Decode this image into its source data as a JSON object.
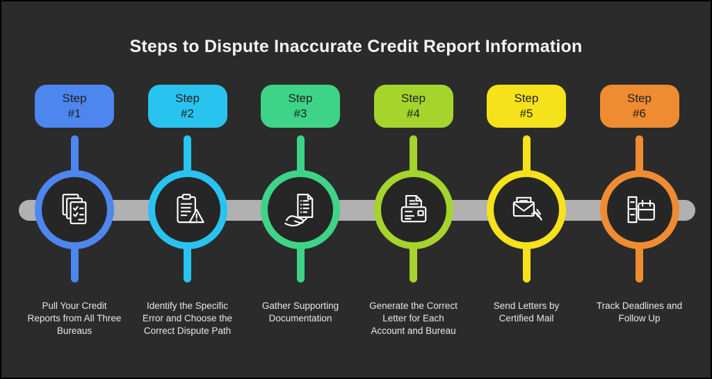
{
  "title": "Steps to Dispute Inaccurate Credit Report Information",
  "colors": {
    "background": "#2b2b2b",
    "frame": "#000000",
    "timeline": "#b1b1b1",
    "title_text": "#f5f5f5",
    "badge_text": "#1e1e1e",
    "label_text": "#e8e8e8",
    "circle_fill": "#262626",
    "icon_stroke": "#fdfdfd"
  },
  "steps": [
    {
      "badge_line1": "Step",
      "badge_line2": "#1",
      "color": "#4e86ef",
      "icon": "documents-checklist-icon",
      "label": "Pull Your Credit Reports from All Three Bureaus"
    },
    {
      "badge_line1": "Step",
      "badge_line2": "#2",
      "color": "#29c3f0",
      "icon": "clipboard-warning-icon",
      "label": "Identify the Specific Error and Choose the Correct Dispute Path"
    },
    {
      "badge_line1": "Step",
      "badge_line2": "#3",
      "color": "#3ed487",
      "icon": "hand-document-icon",
      "label": "Gather Supporting Documentation"
    },
    {
      "badge_line1": "Step",
      "badge_line2": "#4",
      "color": "#a5d42c",
      "icon": "printer-letter-icon",
      "label": "Generate the Correct Letter for Each Account and Bureau"
    },
    {
      "badge_line1": "Step",
      "badge_line2": "#5",
      "color": "#f5e21a",
      "icon": "envelope-hand-icon",
      "label": "Send Letters by Certified Mail"
    },
    {
      "badge_line1": "Step",
      "badge_line2": "#6",
      "color": "#ef8c31",
      "icon": "deadline-calendar-icon",
      "label": "Track Deadlines and Follow Up"
    }
  ]
}
